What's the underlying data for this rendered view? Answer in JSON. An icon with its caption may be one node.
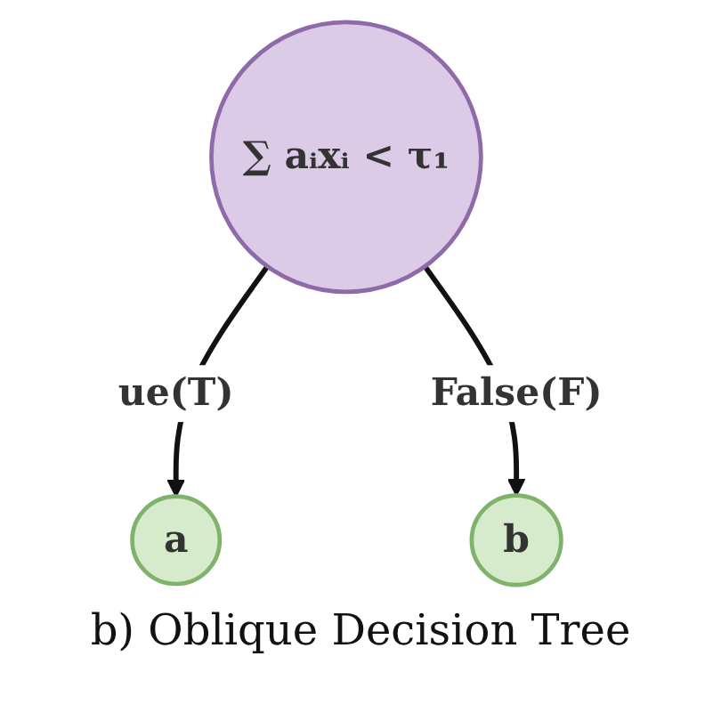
{
  "diagram": {
    "caption": "b) Oblique Decision Tree",
    "nodes": [
      {
        "text": [
          "∑ aᵢxᵢ < τ₁"
        ]
      },
      {
        "text": [
          "a"
        ]
      },
      {
        "text": [
          "b"
        ]
      }
    ],
    "edges": [
      {
        "from": 0,
        "to": 1,
        "arrow": "to",
        "label": "ue(T)"
      },
      {
        "from": 0,
        "to": 2,
        "arrow": "to",
        "label": "False(F)"
      }
    ]
  }
}
